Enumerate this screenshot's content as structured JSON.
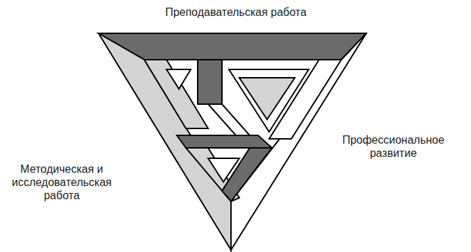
{
  "diagram": {
    "labels": [
      "Преподавательская работа",
      "Профессиональное развитие",
      "Методическая и исследовательская работа"
    ]
  }
}
